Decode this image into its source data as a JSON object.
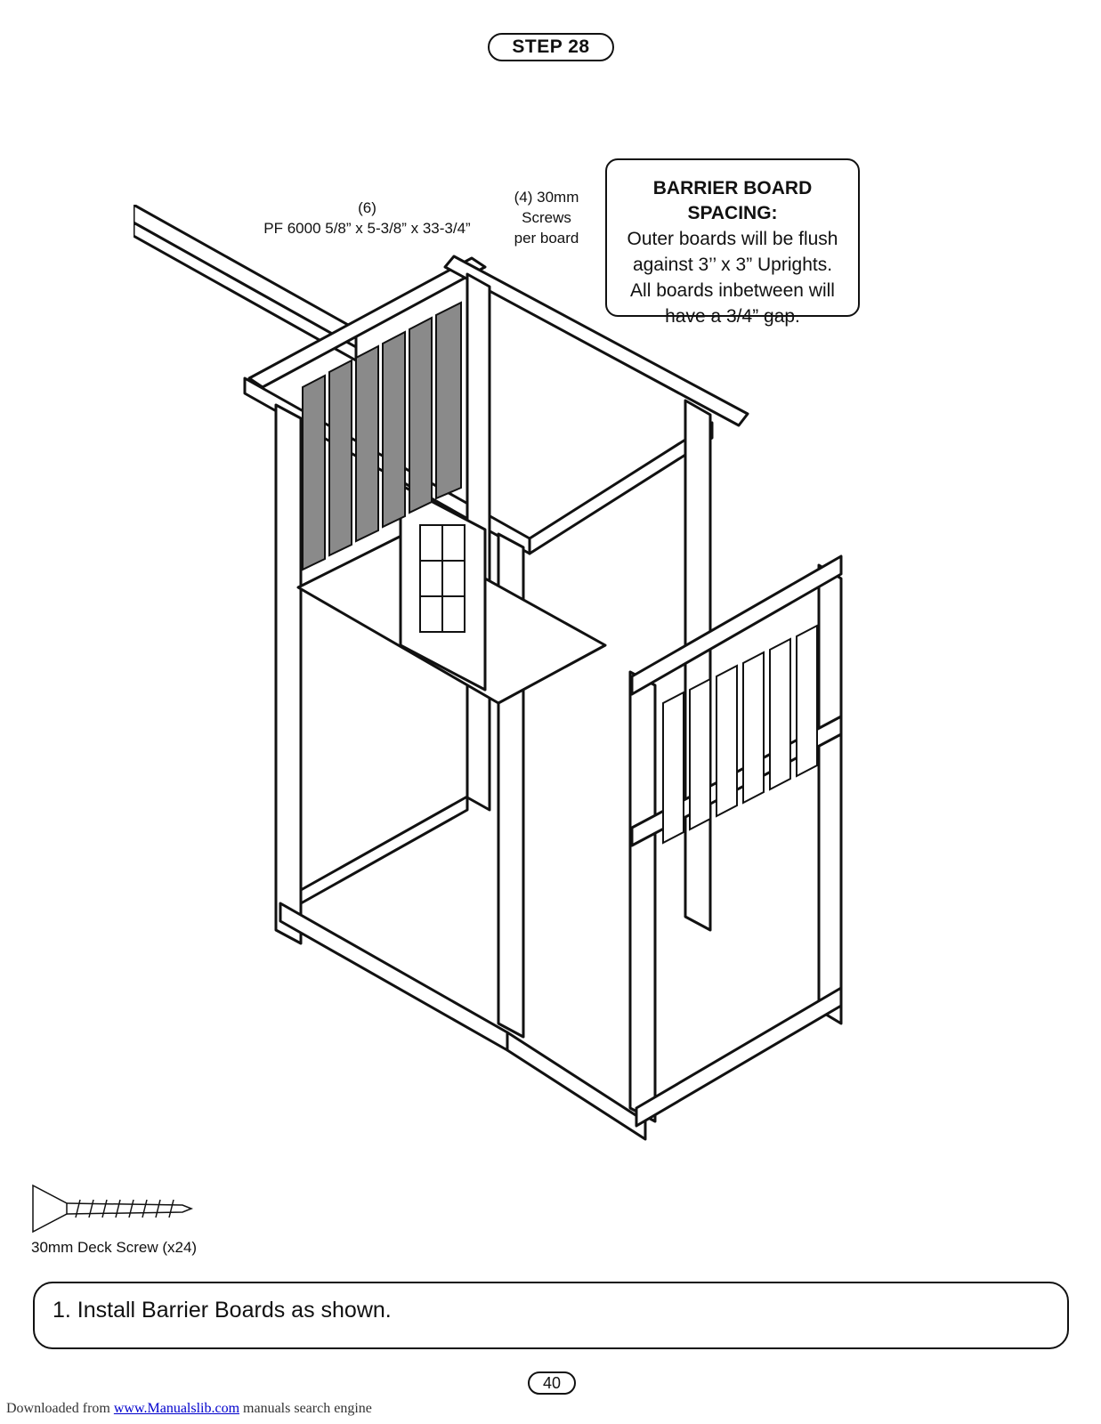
{
  "header": {
    "step_label": "STEP 28"
  },
  "labels": {
    "boards_qty": "(6)",
    "boards_spec": "PF 6000 5/8” x 5-3/8” x 33-3/4”",
    "screws_line1": "(4) 30mm",
    "screws_line2": "Screws",
    "screws_line3": "per board"
  },
  "callout": {
    "title": "BARRIER BOARD SPACING:",
    "lines": [
      "Outer boards will be flush",
      "against 3’’ x 3” Uprights.",
      "All boards inbetween will",
      "have a 3/4” gap."
    ]
  },
  "hardware": {
    "caption": "30mm Deck Screw (x24)"
  },
  "instructions": {
    "step1": "1.  Install Barrier Boards as shown."
  },
  "page": {
    "number": "40"
  },
  "footer": {
    "prefix": "Downloaded from ",
    "link_text": "www.Manualslib.com",
    "suffix": " manuals search engine"
  }
}
